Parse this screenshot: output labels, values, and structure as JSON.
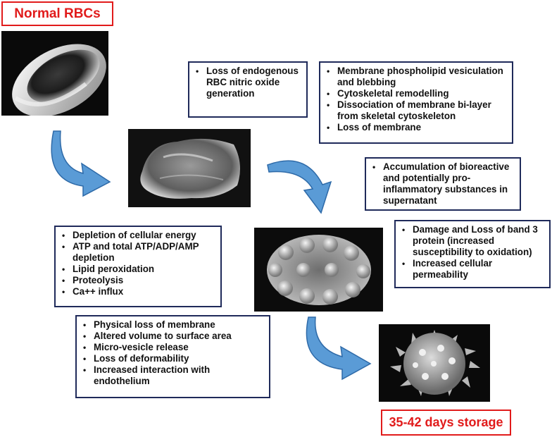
{
  "labels": {
    "normal": "Normal RBCs",
    "storage": "35-42 days storage"
  },
  "images": [
    {
      "name": "normal-rbc-image"
    },
    {
      "name": "early-storage-rbc-image"
    },
    {
      "name": "echinocyte-rbc-image"
    },
    {
      "name": "spheroechinocyte-rbc-image"
    }
  ],
  "boxes": {
    "nitric_oxide": [
      "Loss of endogenous RBC nitric oxide generation"
    ],
    "membrane": [
      "Membrane phospholipid vesiculation and blebbing",
      "Cytoskeletal remodelling",
      "Dissociation of membrane bi-layer from skeletal cytoskeleton",
      "Loss of membrane"
    ],
    "accumulation": [
      "Accumulation of bioreactive and potentially pro-inflammatory substances in supernatant"
    ],
    "energy": [
      "Depletion of cellular energy",
      "ATP and total ATP/ADP/AMP depletion",
      "Lipid peroxidation",
      "Proteolysis",
      "Ca++ influx"
    ],
    "band3": [
      "Damage and Loss of band 3 protein (increased susceptibility to oxidation)",
      "Increased cellular permeability"
    ],
    "physical": [
      "Physical loss of membrane",
      "Altered volume to surface area",
      "Micro-vesicle release",
      "Loss of deformability",
      "Increased interaction with endothelium"
    ]
  },
  "colors": {
    "label_red": "#e11b1b",
    "box_border": "#1f2a5a",
    "arrow_fill": "#5a9bd6"
  }
}
